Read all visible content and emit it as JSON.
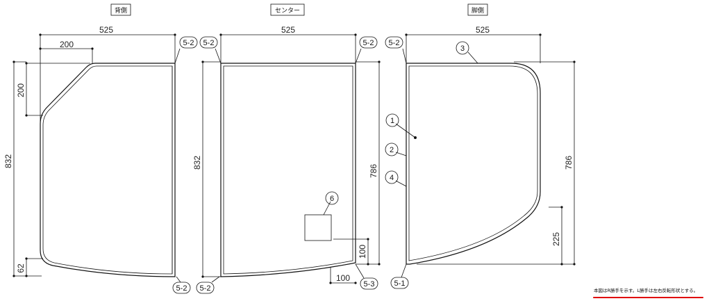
{
  "panels": {
    "back": {
      "title": "背側"
    },
    "center": {
      "title": "センター"
    },
    "foot": {
      "title": "脚側"
    }
  },
  "dimensions": {
    "back_width": "525",
    "back_corner_width": "200",
    "back_corner_height": "200",
    "back_height": "832",
    "back_bottom_offset": "62",
    "center_width": "525",
    "center_height": "832",
    "center_inner_height": "786",
    "center_box_height": "100",
    "center_box_width": "100",
    "foot_width": "525",
    "foot_height": "786",
    "foot_corner_height": "225"
  },
  "tags": {
    "t52": "5-2",
    "t53": "5-3",
    "t51": "5-1"
  },
  "callouts": {
    "c1": "1",
    "c2": "2",
    "c3": "3",
    "c4": "4",
    "c6": "6"
  },
  "note": {
    "text": "本図はR勝手を示す。L勝手は左右反転形状とする。",
    "underline_color": "#e00000"
  }
}
